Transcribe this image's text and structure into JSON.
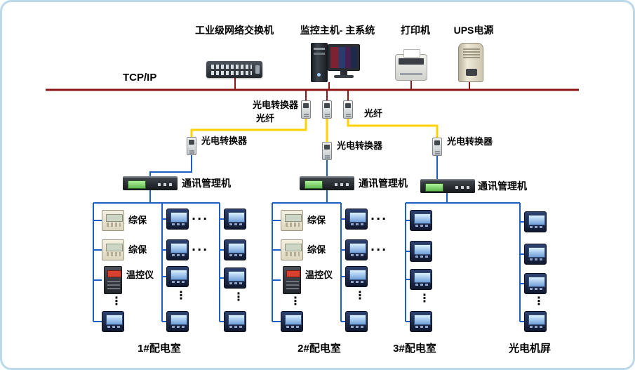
{
  "colors": {
    "bus": "#8e1515",
    "fiber": "#ffd200",
    "wire": "#1b5fc2"
  },
  "bus": {
    "label": "TCP/IP"
  },
  "top_devices": [
    {
      "label": "工业级网络交换机"
    },
    {
      "label": "监控主机- 主系统"
    },
    {
      "label": "打印机"
    },
    {
      "label": "UPS电源"
    }
  ],
  "fiber_section": {
    "row1_converter_label": "光电转换器",
    "fiber_label_left": "光纤",
    "fiber_label_right": "光纤"
  },
  "converters_row2": [
    {
      "label": "光电转换器"
    },
    {
      "label": "光电转换器"
    },
    {
      "label": "光电转换器"
    }
  ],
  "gateways": [
    {
      "label": "通讯管理机"
    },
    {
      "label": "通讯管理机"
    },
    {
      "label": "通讯管理机"
    }
  ],
  "device_labels": {
    "group1": [
      "综保",
      "综保",
      "温控仪"
    ],
    "group2": [
      "综保",
      "综保",
      "温控仪"
    ]
  },
  "rooms": [
    {
      "label": "1#配电室"
    },
    {
      "label": "2#配电室"
    },
    {
      "label": "3#配电室"
    },
    {
      "label": "光电机屏"
    }
  ],
  "ellipsis": {
    "h": "···",
    "v": "⋮"
  }
}
